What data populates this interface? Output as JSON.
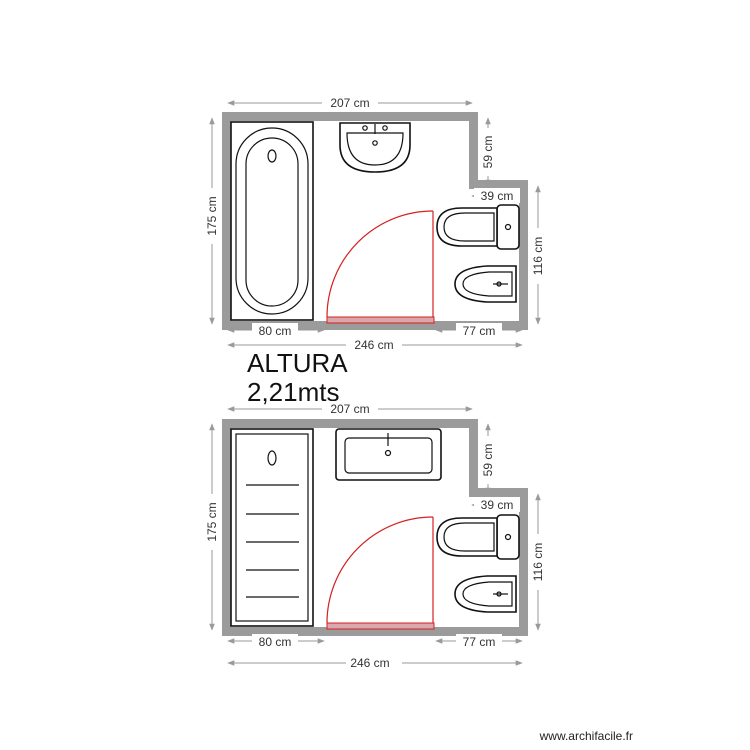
{
  "plans": [
    {
      "name": "plan-with-bathtub",
      "dims": {
        "top_width": "207 cm",
        "left_height": "175 cm",
        "notch_height": "59 cm",
        "notch_width": "39 cm",
        "right_height": "116 cm",
        "bottom_left": "80 cm",
        "bottom_right": "77 cm",
        "overall_width": "246 cm"
      }
    },
    {
      "name": "plan-with-shower",
      "dims": {
        "top_width": "207 cm",
        "left_height": "175 cm",
        "notch_height": "59 cm",
        "notch_width": "39 cm",
        "right_height": "116 cm",
        "bottom_left": "80 cm",
        "bottom_right": "77 cm",
        "overall_width": "246 cm"
      }
    }
  ],
  "height_note": {
    "line1": "ALTURA",
    "line2": "2,21mts"
  },
  "credit": "www.archifacile.fr",
  "colors": {
    "wall": "#9b9b9b",
    "door": "#d42020",
    "dimension_line": "#9a9a9a"
  }
}
